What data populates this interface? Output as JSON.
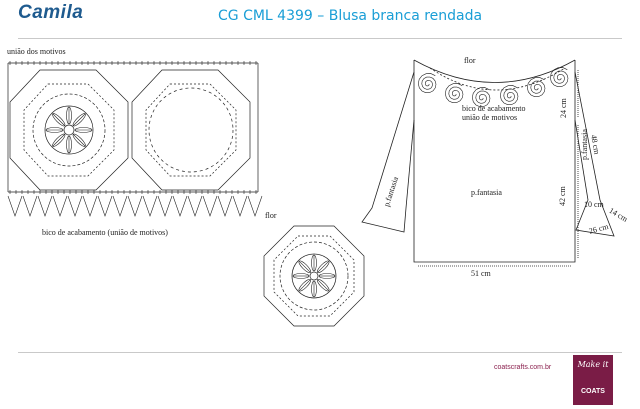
{
  "header": {
    "brand": "Camila",
    "title": "CG CML 4399 – Blusa branca rendada"
  },
  "left_chart": {
    "top_label": "união dos motivos",
    "bottom_label": "bico de acabamento (união de motivos)"
  },
  "flower_chart": {
    "label": "flor"
  },
  "garment": {
    "flower_label": "flor",
    "edge_label": "bico de acabamento",
    "joining_label": "união de motivos",
    "body_stitch": "p.fantasia",
    "left_sleeve_stitch": "p.fantasia",
    "right_sleeve_stitch": "p.fantasia",
    "width": "51 cm",
    "height": "42 cm",
    "yoke": "24 cm",
    "sleeve_length": "48 cm",
    "cuff_width": "10 cm",
    "cuff_flare": "14 cm",
    "cuff_length": "26 cm"
  },
  "footer": {
    "url": "coatscrafts.com.br",
    "logo_top": "Make it",
    "logo_bottom": "COATS"
  },
  "colors": {
    "brand": "#1f5b8f",
    "title": "#1a9ed6",
    "logo_bg": "#7a1c46",
    "url": "#8a1f4d"
  }
}
